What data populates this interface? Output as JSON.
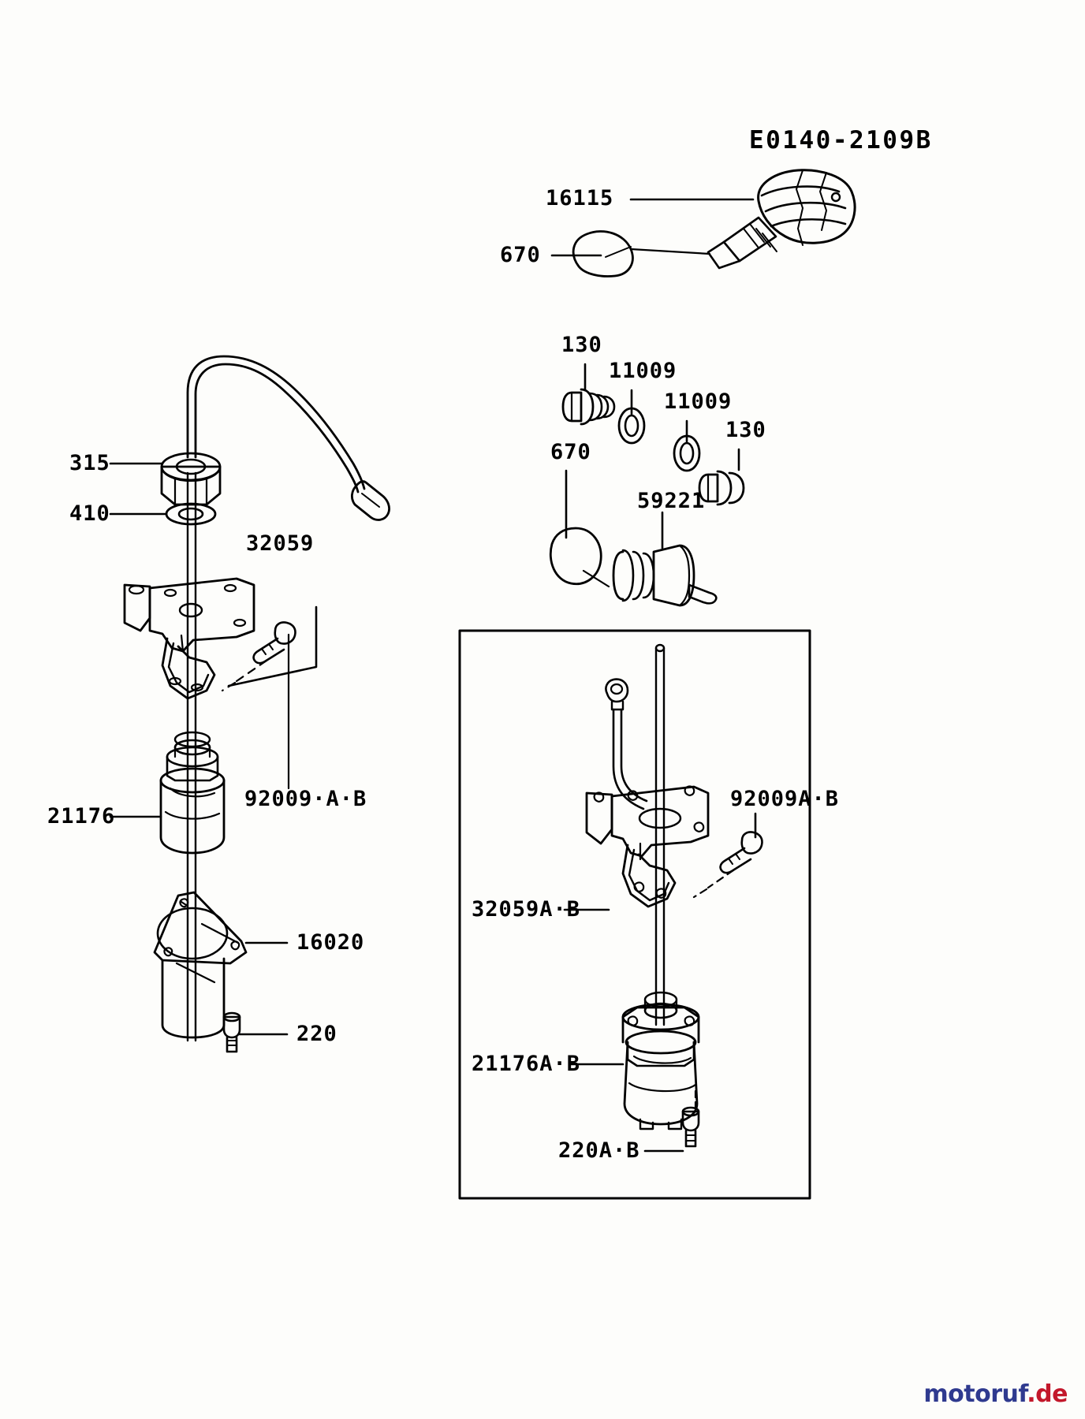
{
  "document": {
    "type": "parts-diagram",
    "title": "E0140-2109B",
    "sheet_background": "#fdfdfb",
    "line_color": "#000000"
  },
  "watermark": {
    "primary": "motoruf",
    "suffix": ".de",
    "primary_color": "#2f3a8f",
    "suffix_color": "#c3182b"
  },
  "labels": {
    "oil_fill_cap": "16115",
    "oil_fill_gasket": "670",
    "drain_plug_left": "130",
    "drain_washer_left": "11009",
    "drain_washer_right": "11009",
    "drain_plug_right": "130",
    "sensor_gasket": "670",
    "oil_level_sensor": "59221",
    "nut": "315",
    "washer": "410",
    "bracket": "32059",
    "screw": "92009·A·B",
    "oil_filter": "21176",
    "gasket_plate": "16020",
    "bolt": "220",
    "inset_bracket": "32059A·B",
    "inset_screw": "92009A·B",
    "inset_filter": "21176A·B",
    "inset_bolt": "220A·B"
  },
  "icons": {
    "oil_fill_cap": "oil-fill-cap-icon",
    "gasket": "gasket-disc-icon",
    "drain_plug": "drain-plug-icon",
    "washer_ring": "washer-ring-icon",
    "level_sensor": "oil-level-sensor-icon",
    "dipstick": "dipstick-icon",
    "hex_nut": "hex-nut-icon",
    "bracket_plate": "bracket-plate-icon",
    "filter_body": "oil-filter-body-icon",
    "mount_plate": "mount-plate-icon",
    "screw": "screw-icon",
    "bolt": "bolt-icon"
  }
}
